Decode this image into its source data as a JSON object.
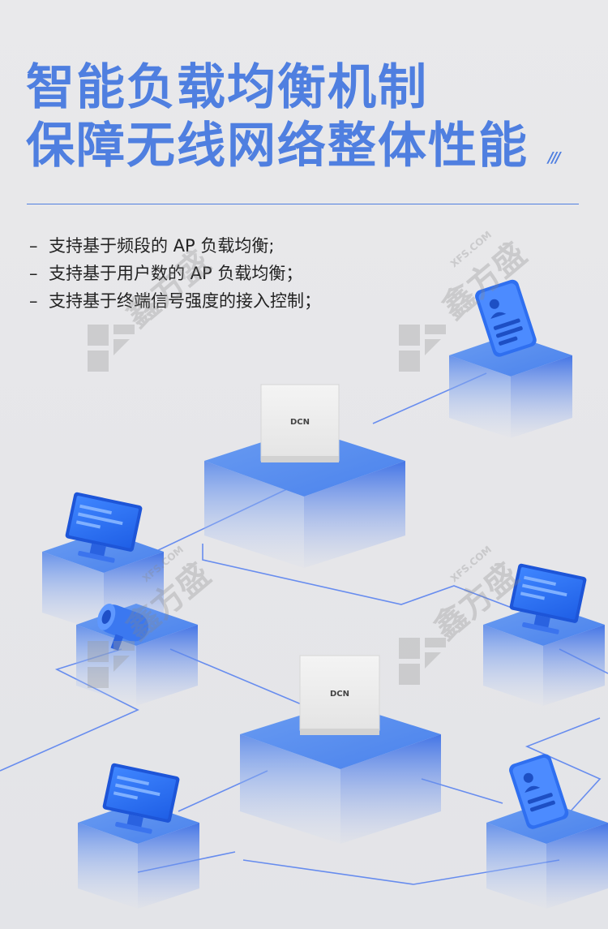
{
  "title": {
    "line1": "智能负载均衡机制",
    "line2": "保障无线网络整体性能",
    "decoration": "///"
  },
  "features": [
    {
      "text": "支持基于频段的 AP 负载均衡;"
    },
    {
      "text": "支持基于用户数的 AP 负载均衡；"
    },
    {
      "text": "支持基于终端信号强度的接入控制；"
    }
  ],
  "ap_devices": [
    {
      "brand": "DCN"
    },
    {
      "brand": "DCN"
    }
  ],
  "watermark": {
    "name": "鑫方盛",
    "domain": "XFS.COM"
  },
  "colors": {
    "accent": "#4f7fe0",
    "cube_top": "#5f95ee",
    "cube_front": "#3a6fe0",
    "line": "#3e6ff0",
    "text": "#222222",
    "background": "#e8e8ea"
  },
  "icons": [
    "ap-device-icon",
    "monitor-icon",
    "phone-user-icon",
    "camera-icon",
    "watermark-logo-icon"
  ]
}
